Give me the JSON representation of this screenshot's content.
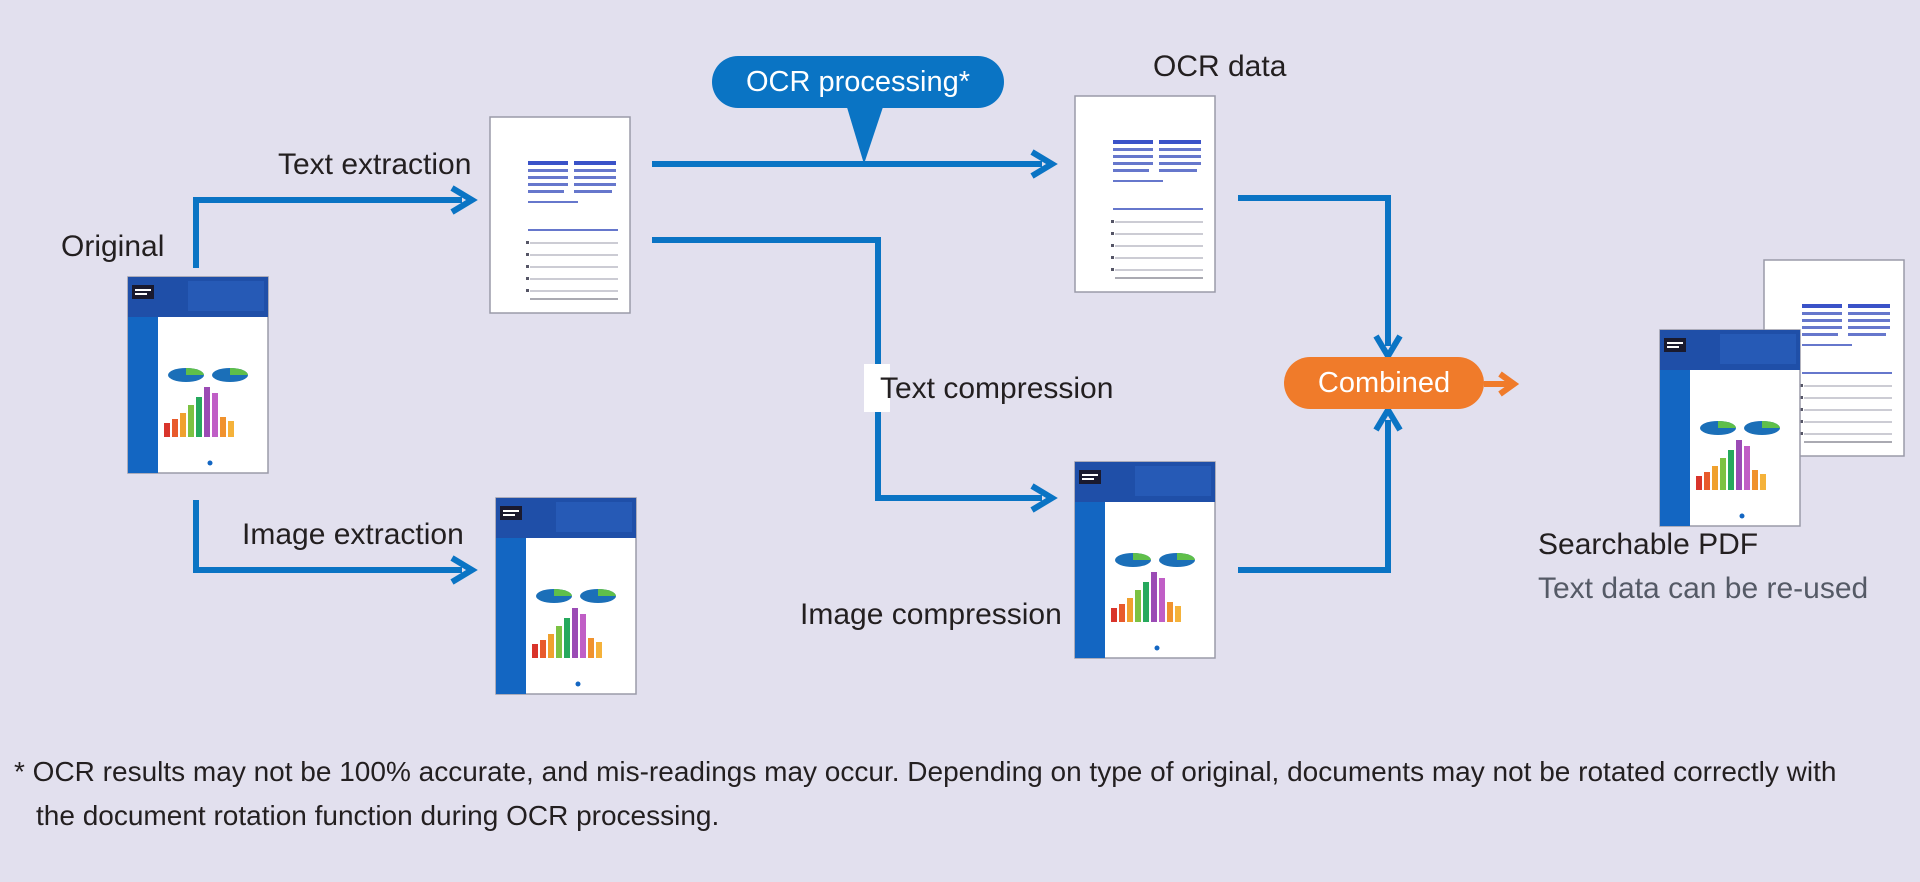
{
  "labels": {
    "original": "Original",
    "text_extraction": "Text extraction",
    "image_extraction": "Image extraction",
    "ocr_processing": "OCR processing*",
    "ocr_data": "OCR data",
    "text_compression": "Text compression",
    "image_compression": "Image compression",
    "combined": "Combined",
    "searchable_pdf": "Searchable PDF",
    "text_reuse": "Text data can be re-used"
  },
  "footnote": {
    "line1": "* OCR results may not be 100% accurate, and mis-readings may occur. Depending on type of original, documents may not be rotated correctly with",
    "line2": "the document rotation function during OCR processing."
  },
  "colors": {
    "background": "#e2e0ee",
    "flow_blue": "#0a74c4",
    "combined_orange": "#f07b2a"
  }
}
